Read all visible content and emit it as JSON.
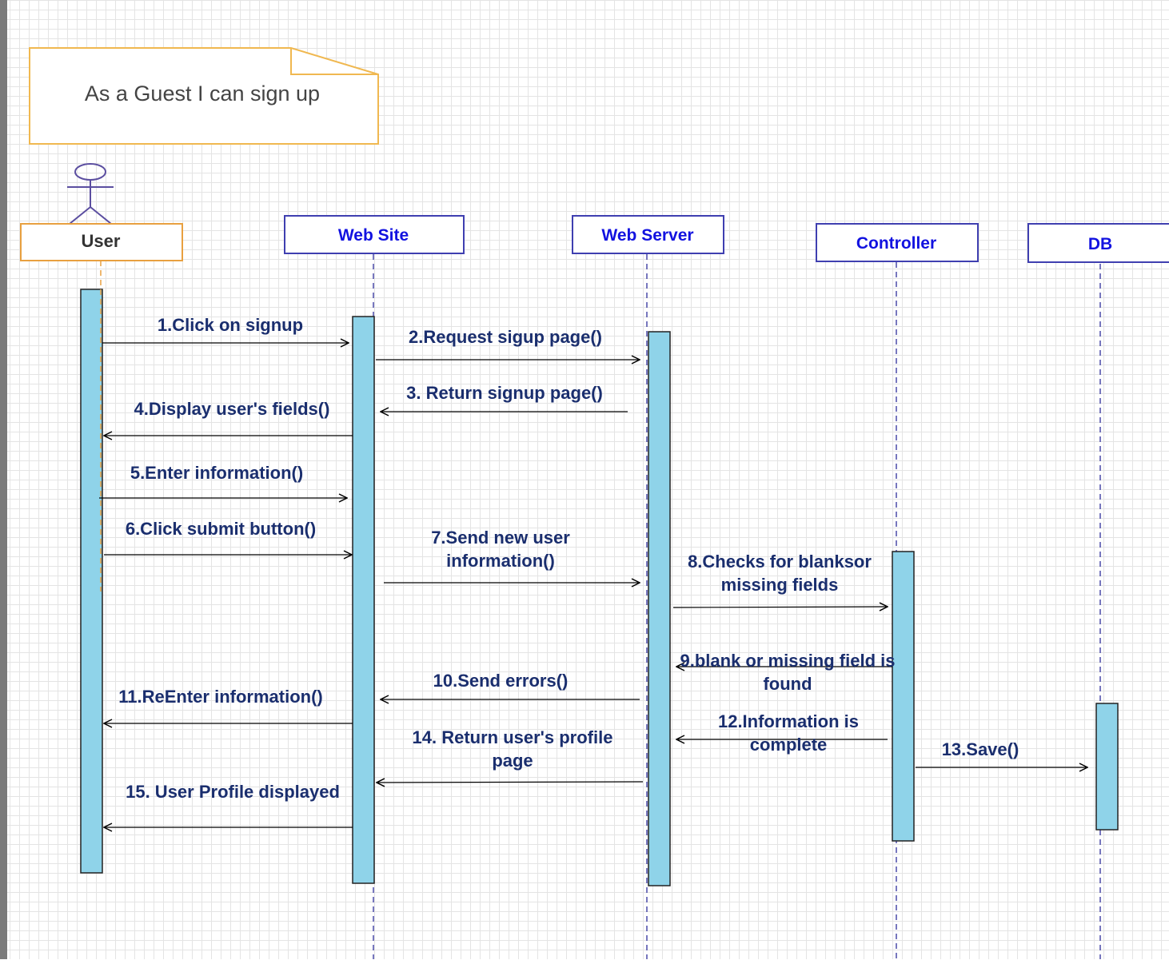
{
  "note": {
    "text": "As a Guest I can sign up"
  },
  "participants": {
    "user": "User",
    "website": "Web Site",
    "webserver": "Web Server",
    "controller": "Controller",
    "db": "DB"
  },
  "messages": {
    "m1": "1.Click on signup",
    "m2": "2.Request sigup page()",
    "m3": "3. Return signup page()",
    "m4": "4.Display user's fields()",
    "m5": "5.Enter information()",
    "m6": "6.Click submit button()",
    "m7": [
      "7.Send new user",
      "information()"
    ],
    "m8": [
      "8.Checks for blanksor",
      "missing fields"
    ],
    "m9": [
      "9.blank or missing field is",
      "found"
    ],
    "m10": "10.Send errors()",
    "m11": "11.ReEnter information()",
    "m12": [
      "12.Information is",
      "complete"
    ],
    "m13": "13.Save()",
    "m14": [
      "14. Return user's profile",
      "page"
    ],
    "m15": "15. User Profile displayed"
  },
  "colors": {
    "activation_fill": "#8fd3e9",
    "participant_border": "#3f3fb0",
    "user_border": "#e8a040",
    "note_border": "#f0b850",
    "label_text": "#1a2e6e",
    "participant_text": "#1212e0"
  }
}
